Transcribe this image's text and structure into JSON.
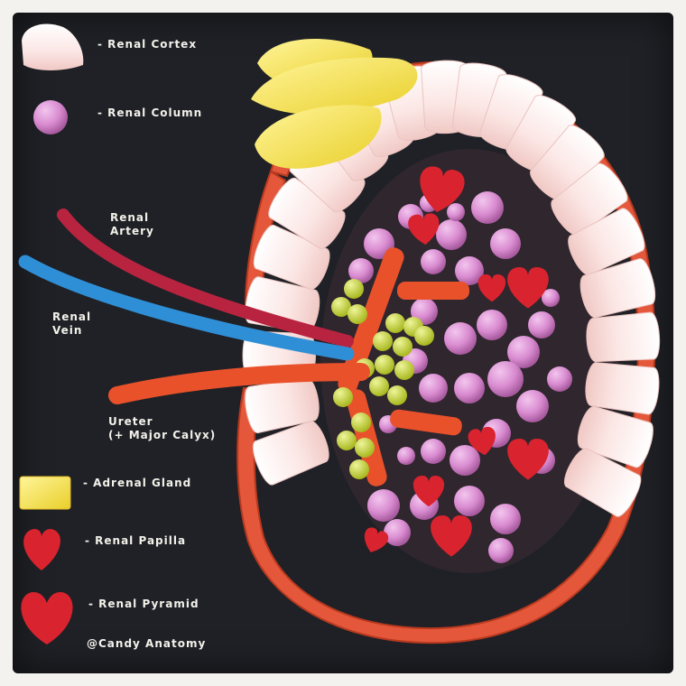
{
  "legend": {
    "renal_cortex": "- Renal Cortex",
    "renal_column": "- Renal Column",
    "renal_artery_line1": "Renal",
    "renal_artery_line2": "Artery",
    "renal_vein_line1": "Renal",
    "renal_vein_line2": "Vein",
    "ureter_line1": "Ureter",
    "ureter_line2": "(+ Major Calyx)",
    "adrenal_gland": "- Adrenal Gland",
    "renal_papilla": "- Renal Papilla",
    "renal_pyramid": "- Renal Pyramid",
    "credit": "@Candy Anatomy"
  },
  "colors": {
    "board": "#1f2126",
    "cortex_candy": "#fbe6e4",
    "capsule": "#e4573a",
    "column_candy": "#d98bd0",
    "adrenal": "#f6e24a",
    "papilla": "#d9232e",
    "artery": "#b8243f",
    "vein": "#2f8fd6",
    "ureter": "#e9512b",
    "pea": "#c8d83d"
  }
}
